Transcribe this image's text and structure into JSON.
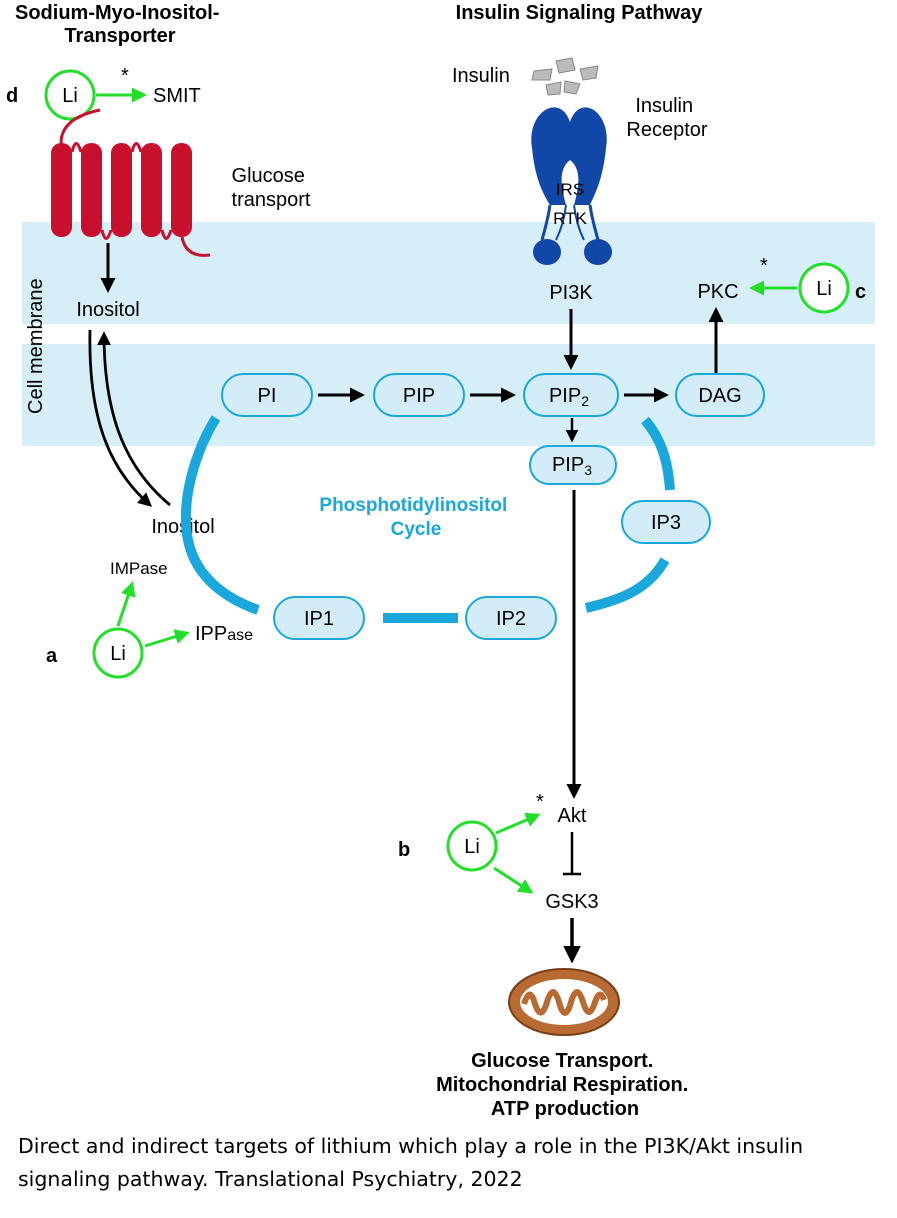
{
  "headers": {
    "smit": "Sodium-Myo-Inositol-\nTransporter",
    "insulin_pathway": "Insulin Signaling Pathway"
  },
  "panel_labels": {
    "a": "a",
    "b": "b",
    "c": "c",
    "d": "d"
  },
  "lithium": {
    "label": "Li",
    "asterisk": "*"
  },
  "labels": {
    "smit": "SMIT",
    "glucose_transport": "Glucose\ntransport",
    "inositol_top": "Inositol",
    "inositol_bottom": "Inositol",
    "cell_membrane": "Cell membrane",
    "insulin": "Insulin",
    "insulin_receptor": "Insulin\nReceptor",
    "irs": "IRS",
    "rtk": "RTK",
    "pi3k": "PI3K",
    "pkc": "PKC",
    "impase": "IMPase",
    "ippase_main": "IPP",
    "ippase_sub": "ase",
    "akt": "Akt",
    "gsk3": "GSK3",
    "cycle": "Phosphotidylinositol\nCycle"
  },
  "boxes": {
    "pi": "PI",
    "pip": "PIP",
    "pip2_main": "PIP",
    "pip2_sub": "2",
    "pip3_main": "PIP",
    "pip3_sub": "3",
    "dag": "DAG",
    "ip1": "IP1",
    "ip2": "IP2",
    "ip3": "IP3"
  },
  "outcome": [
    "Glucose Transport.",
    "Mitochondrial Respiration.",
    "ATP production"
  ],
  "caption": "Direct and indirect targets of lithium which play a role in the PI3K/Akt insulin signaling pathway.  Translational Psychiatry, 2022",
  "colors": {
    "membrane": "#d6eef7",
    "cycle": "#1aa7dc",
    "box_fill": "#d3edf8",
    "lithium": "#22e02a",
    "smit": "#c8102e",
    "receptor": "#1148a8",
    "mitochondria": "#b86a33"
  },
  "icons": [
    "smit-transporter-icon",
    "insulin-receptor-icon",
    "insulin-molecules-icon",
    "mitochondria-icon"
  ]
}
